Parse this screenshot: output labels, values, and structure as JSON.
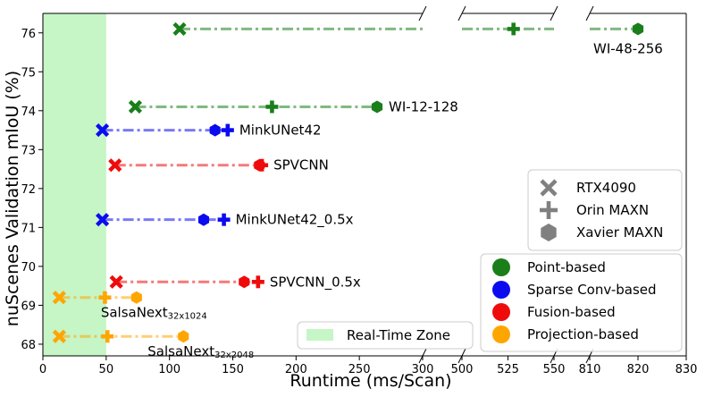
{
  "chart_data": {
    "type": "line",
    "xlabel": "Runtime (ms/Scan)",
    "ylabel": "nuScenes Validation mIoU (%)",
    "x_axis_broken": true,
    "x_segments": [
      {
        "range": [
          0,
          300
        ],
        "ticks": [
          "0",
          "50",
          "100",
          "150",
          "200",
          "250",
          "300"
        ]
      },
      {
        "range": [
          500,
          550
        ],
        "ticks": [
          "500",
          "525",
          "550"
        ]
      },
      {
        "range": [
          810,
          830
        ],
        "ticks": [
          "810",
          "820",
          "830"
        ]
      }
    ],
    "ylim": [
      67.7,
      76.5
    ],
    "y_ticks": [
      "68",
      "69",
      "70",
      "71",
      "72",
      "73",
      "74",
      "75",
      "76"
    ],
    "real_time_zone": {
      "x_max": 50,
      "label": "Real-Time Zone",
      "color": "#c6f5c6"
    },
    "device_legend": [
      {
        "device": "RTX4090",
        "marker": "x-icon"
      },
      {
        "device": "Orin MAXN",
        "marker": "plus-icon"
      },
      {
        "device": "Xavier MAXN",
        "marker": "hexagon-icon"
      }
    ],
    "category_legend": [
      {
        "category": "Point-based",
        "color": "#1a7f1a"
      },
      {
        "category": "Sparse Conv-based",
        "color": "#0b0bef"
      },
      {
        "category": "Fusion-based",
        "color": "#ef0b0b"
      },
      {
        "category": "Projection-based",
        "color": "#ffa500"
      }
    ],
    "series": [
      {
        "label": "WI-48-256",
        "category": "Point-based",
        "color": "#1a7f1a",
        "miou": 76.1,
        "rtx4090": 108,
        "orin": 528,
        "xavier": 820
      },
      {
        "label": "WI-12-128",
        "category": "Point-based",
        "color": "#1a7f1a",
        "miou": 74.1,
        "rtx4090": 73,
        "orin": 181,
        "xavier": 264
      },
      {
        "label": "MinkUNet42",
        "category": "Sparse Conv-based",
        "color": "#0b0bef",
        "miou": 73.5,
        "rtx4090": 47,
        "orin": 146,
        "xavier": 136
      },
      {
        "label": "SPVCNN",
        "category": "Fusion-based",
        "color": "#ef0b0b",
        "miou": 72.6,
        "rtx4090": 57,
        "orin": 173,
        "xavier": 171
      },
      {
        "label": "MinkUNet42_0.5x",
        "category": "Sparse Conv-based",
        "color": "#0b0bef",
        "miou": 71.2,
        "rtx4090": 47,
        "orin": 143,
        "xavier": 127
      },
      {
        "label": "SPVCNN_0.5x",
        "category": "Fusion-based",
        "color": "#ef0b0b",
        "miou": 69.6,
        "rtx4090": 58,
        "orin": 170,
        "xavier": 159
      },
      {
        "label": "SalsaNext",
        "label_sub": "32x1024",
        "category": "Projection-based",
        "color": "#ffa500",
        "miou": 69.2,
        "rtx4090": 13,
        "orin": 49,
        "xavier": 74
      },
      {
        "label": "SalsaNext",
        "label_sub": "32x2048",
        "category": "Projection-based",
        "color": "#ffa500",
        "miou": 68.2,
        "rtx4090": 13,
        "orin": 51,
        "xavier": 111
      }
    ]
  }
}
